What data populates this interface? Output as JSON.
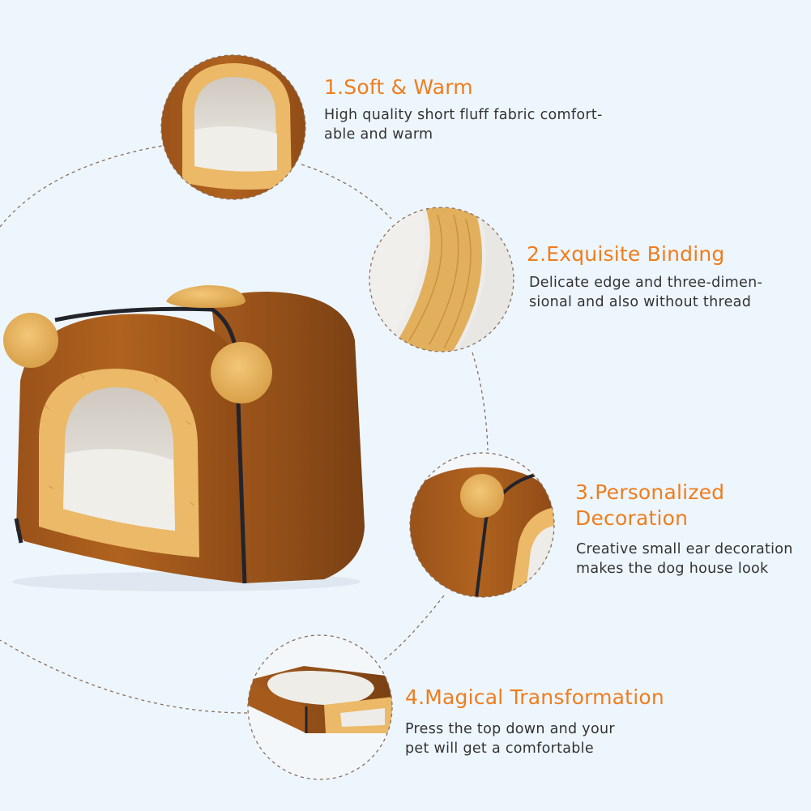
{
  "colors": {
    "background": "#eef6fd",
    "title": "#ee7d1e",
    "text": "#333333",
    "dashed_line": "#8a7060",
    "fabric_brown": "#a85d1f",
    "fabric_dark": "#7d4314",
    "fluff": "#e6b561",
    "cushion": "#ecebe7",
    "zipper": "#23242b"
  },
  "features": [
    {
      "title": "1.Soft & Warm",
      "desc_lines": [
        "High quality short fluff fabric comfort-",
        "able and warm"
      ]
    },
    {
      "title": "2.Exquisite Binding",
      "desc_lines": [
        "Delicate edge and three-dimen-",
        "sional and also without thread"
      ]
    },
    {
      "title_lines": [
        "3.Personalized",
        "Decoration"
      ],
      "desc_lines": [
        "Creative small ear decoration",
        "makes the dog house look"
      ]
    },
    {
      "title": "4.Magical Transformation",
      "desc_lines": [
        "Press the top down and your",
        "pet will get a comfortable"
      ]
    }
  ]
}
